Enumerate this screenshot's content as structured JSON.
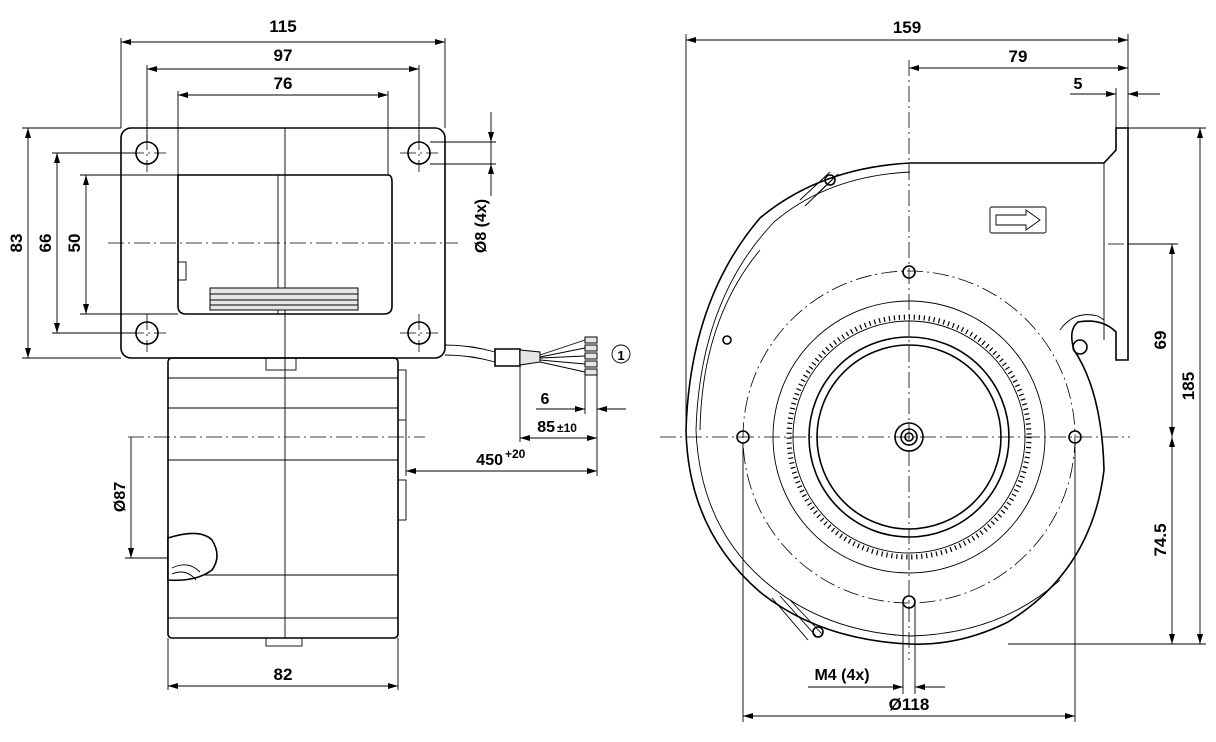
{
  "front_view": {
    "dim_115": "115",
    "dim_97": "97",
    "dim_76": "76",
    "dim_83": "83",
    "dim_66": "66",
    "dim_50": "50",
    "dim_hole": "Ø8 (4x)",
    "dim_6": "6",
    "dim_85": "85",
    "dim_85_tol": "±10",
    "dim_450": "450",
    "dim_450_tol": "+20",
    "dim_d87": "Ø87",
    "dim_82": "82",
    "cable_marker": "1"
  },
  "side_view": {
    "dim_159": "159",
    "dim_79": "79",
    "dim_5": "5",
    "dim_69": "69",
    "dim_185": "185",
    "dim_74_5": "74.5",
    "dim_m4": "M4 (4x)",
    "dim_d118": "Ø118"
  }
}
